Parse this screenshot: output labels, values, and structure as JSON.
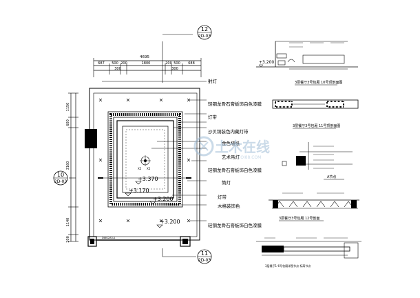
{
  "plan": {
    "overall_dim": "4695",
    "top_dims_a": [
      "687",
      "500",
      "200",
      "1800",
      "200",
      "500",
      "688"
    ],
    "top_dims_b": [
      "300",
      "300"
    ],
    "left_dims": [
      "1150",
      "600",
      "3160",
      "1140",
      "200"
    ],
    "bubble_top": {
      "num": "12",
      "sheet": "2D-03"
    },
    "bubble_left": {
      "num": "10",
      "sheet": "2D-03"
    },
    "bubble_bottom": {
      "num": "11",
      "sheet": "2D-03"
    },
    "levels": [
      "+3.370",
      "+3.170",
      "+3.200",
      "+3.200"
    ],
    "notes": [
      "射灯",
      "轻钢龙骨石膏板饰白色漆膜",
      "灯带",
      "沙贝铜装色内藏灯带",
      "金色墙纸",
      "艺术吊灯",
      "轻钢龙骨石膏板饰白色漆膜",
      "筒灯",
      "灯带",
      "木格装饰色",
      "轻钢龙骨石膏板饰白色漆膜"
    ]
  },
  "watermark": {
    "text": "土木在线",
    "sub": "COI88.COM"
  },
  "details": {
    "d1_level": "+3.200",
    "d1_caption": "3层餐厅3号包厢 10号顶剖面图",
    "d2_caption": "3层餐厅3号包厢 11号顶剖面图",
    "d3_caption": "A节点",
    "d4_caption": "3层餐厅3号包厢 12号剖面",
    "d5_caption": "3层餐厅1-6号包厢详图节点 标高节点"
  }
}
